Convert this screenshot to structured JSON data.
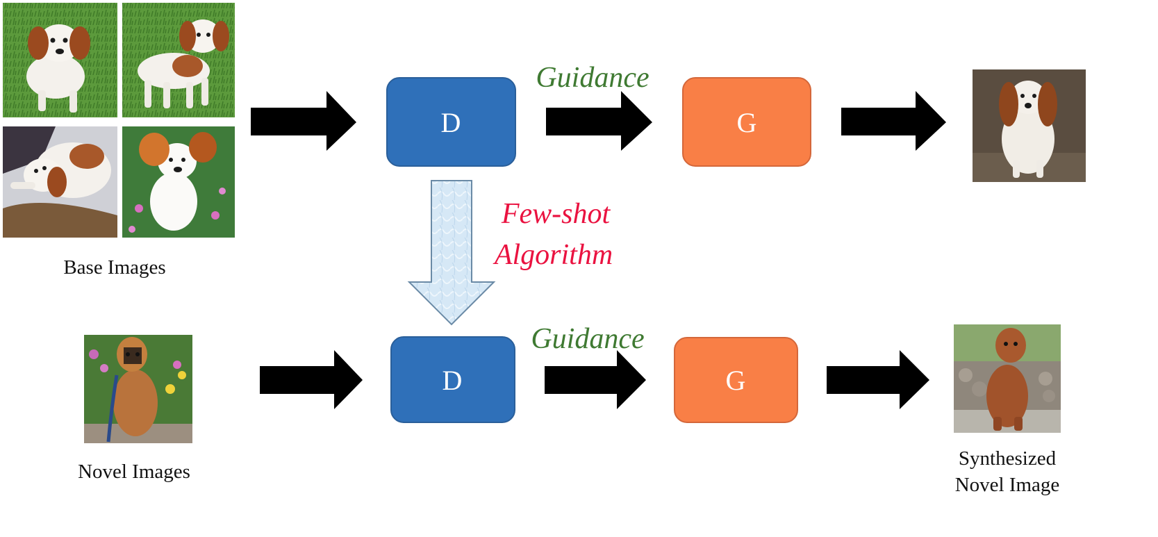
{
  "captions": {
    "base": "Base Images",
    "novel": "Novel Images",
    "synth_line1": "Synthesized",
    "synth_line2": "Novel Image"
  },
  "boxes": {
    "discriminator": "D",
    "generator": "G"
  },
  "labels": {
    "guidance": "Guidance",
    "fewshot_line1": "Few-shot",
    "fewshot_line2": "Algorithm"
  },
  "colors": {
    "d_box": "#2f70b9",
    "g_box": "#f97f46",
    "guidance_text": "#3f7a32",
    "fewshot_text": "#ea1240",
    "arrow": "#000000",
    "hollow_arrow": "#d9eaf7"
  },
  "icons": {
    "base_images": [
      "dog-photo-icon",
      "dog-photo-icon",
      "dog-photo-icon",
      "dog-photo-icon"
    ],
    "output_image": "dog-photo-icon",
    "novel_image": "dog-photo-icon",
    "synth_image": "dog-photo-icon"
  }
}
